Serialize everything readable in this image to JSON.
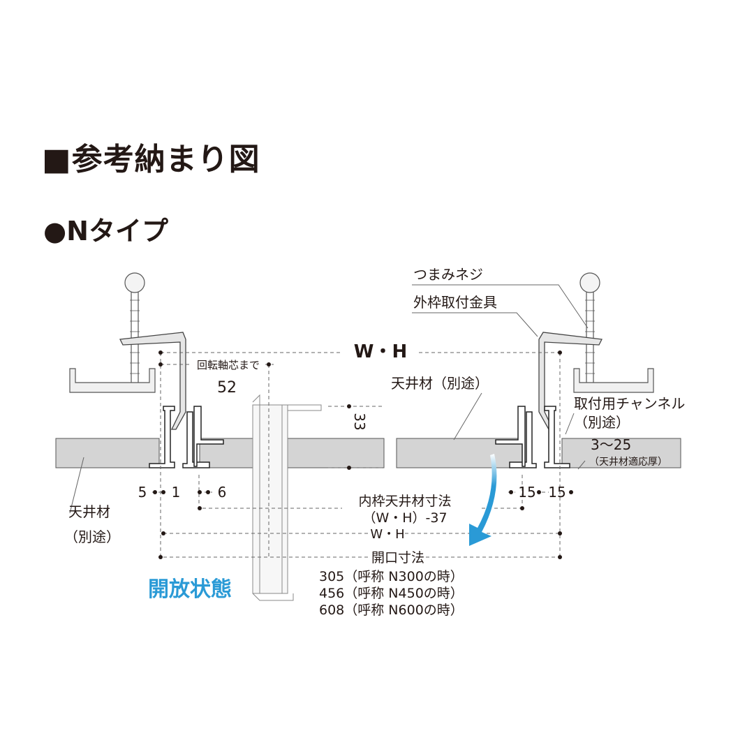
{
  "title": "■参考納まり図",
  "subtitle": "●Nタイプ",
  "labels": {
    "wh_top": "W・H",
    "pivot": "回転軸芯まで",
    "pivot_val": "52",
    "dim33": "33",
    "ceiling_right": "天井材（別途）",
    "knob_screw": "つまみネジ",
    "outer_bracket": "外枠取付金具",
    "channel": "取付用チャンネル",
    "channel_sep": "（別途）",
    "range": "3～25",
    "range_note": "（天井材適応厚）",
    "d5": "5",
    "d1": "1",
    "d6": "6",
    "d15a": "15",
    "d15b": "15",
    "ceiling_left": "天井材",
    "ceiling_left_sep": "（別途）",
    "inner_dim": "内枠天井材寸法",
    "inner_dim_formula": "（W・H）-37",
    "wh_mid": "W・H",
    "opening": "開口寸法",
    "size305": "305（呼称 N300の時）",
    "size456": "456（呼称 N450の時）",
    "size608": "608（呼称 N600の時）",
    "open_state": "開放状態"
  },
  "colors": {
    "text": "#231815",
    "ceiling_fill": "#d4d4d4",
    "accent_blue": "#2a9ad6"
  }
}
